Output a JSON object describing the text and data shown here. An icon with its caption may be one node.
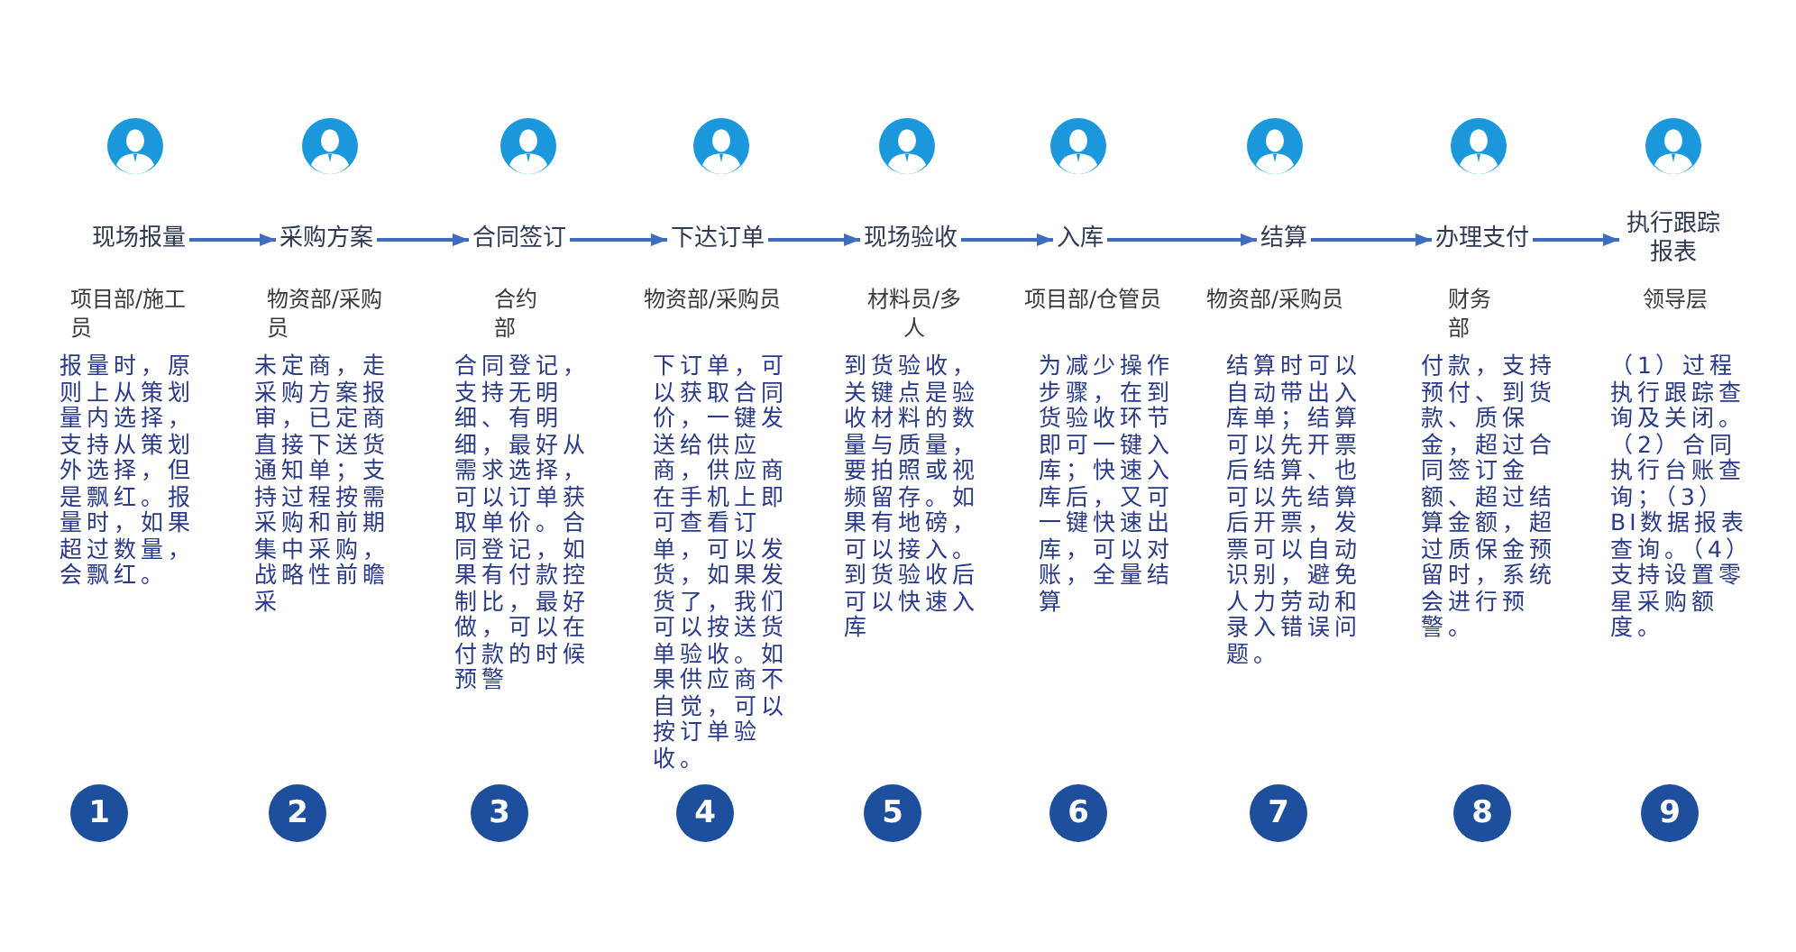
{
  "diagram": {
    "nodes": [
      {
        "text": [
          "现场报量"
        ],
        "beside": [
          "项目部/施工员"
        ]
      },
      {
        "text": [
          "采购方案"
        ],
        "beside": [
          "物资部/采购员"
        ]
      },
      {
        "text": [
          "合同签订"
        ],
        "beside": [
          "合约部"
        ]
      },
      {
        "text": [
          "下达订单"
        ],
        "beside": [
          "物资部/采购员"
        ]
      },
      {
        "text": [
          "现场验收"
        ],
        "beside": [
          "材料员/多人"
        ]
      },
      {
        "text": [
          "入库"
        ],
        "beside": [
          "项目部/仓管员"
        ]
      },
      {
        "text": [
          "结算"
        ],
        "beside": [
          "物资部/采购员"
        ]
      },
      {
        "text": [
          "办理支付"
        ],
        "beside": [
          "财务部"
        ]
      },
      {
        "text": [
          "执行跟踪报表"
        ],
        "beside": [
          "领导层"
        ]
      },
      {
        "text": [
          "1"
        ]
      },
      {
        "text": [
          "2"
        ]
      },
      {
        "text": [
          "3"
        ]
      },
      {
        "text": [
          "4"
        ]
      },
      {
        "text": [
          "5"
        ]
      },
      {
        "text": [
          "6"
        ]
      },
      {
        "text": [
          "7"
        ]
      },
      {
        "text": [
          "8"
        ]
      },
      {
        "text": [
          "9"
        ]
      }
    ],
    "edges": [
      {
        "from": 0,
        "to": 1,
        "arrow": "to"
      },
      {
        "from": 1,
        "to": 2,
        "arrow": "to"
      },
      {
        "from": 2,
        "to": 3,
        "arrow": "to"
      },
      {
        "from": 3,
        "to": 4,
        "arrow": "to"
      },
      {
        "from": 4,
        "to": 5,
        "arrow": "to"
      },
      {
        "from": 5,
        "to": 6,
        "arrow": "to"
      },
      {
        "from": 6,
        "to": 7,
        "arrow": "to"
      },
      {
        "from": 7,
        "to": 8,
        "arrow": "to"
      }
    ],
    "labels": [
      "报量时，原则上从策划量内选择，支持从策划外选择，但是飘红。报量时，如果超过数量，会飘红。",
      "未定商，走采购方案报审，已定商直接下送货通知单；支持过程按需采购和前期集中采购，战略性前瞻采",
      "合同登记，支持无明细、有明细，最好从需求选择，可以订单获取单价。合同登记，如果有付款控制比，最好做，可以在付款的时候预警",
      "下订单，可以获取合同价，一键发送给供应商，供应商在手机上即可查看订单，可以发货，如果发货了，我们可以按送货单验收。如果供应商不自觉，可以按订单验收。",
      "到货验收，关键点是验收材料的数量与质量，要拍照或视频留存。如果有地磅，可以接入。到货验收后可以快速入库",
      "为减少操作步骤，在到货验收环节即可一键入库；快速入库后，又可一键快速出库，可以对账，全量结算",
      "结算时可以自动带出入库单；结算可以先开票后结算、也可以先结算后开票，发票可以自动识别，避免人力劳动和录入错误问题。",
      "付款，支持预付、到货款、质保金，超过合同签订金额、超过结算金额，超过质保金预留时，系统会进行预警。",
      "（1）过程执行跟踪查询及关闭。（2）合同执行台账查询；（3）BI数据报表查询。（4）支持设置零星采购额度。"
    ]
  }
}
